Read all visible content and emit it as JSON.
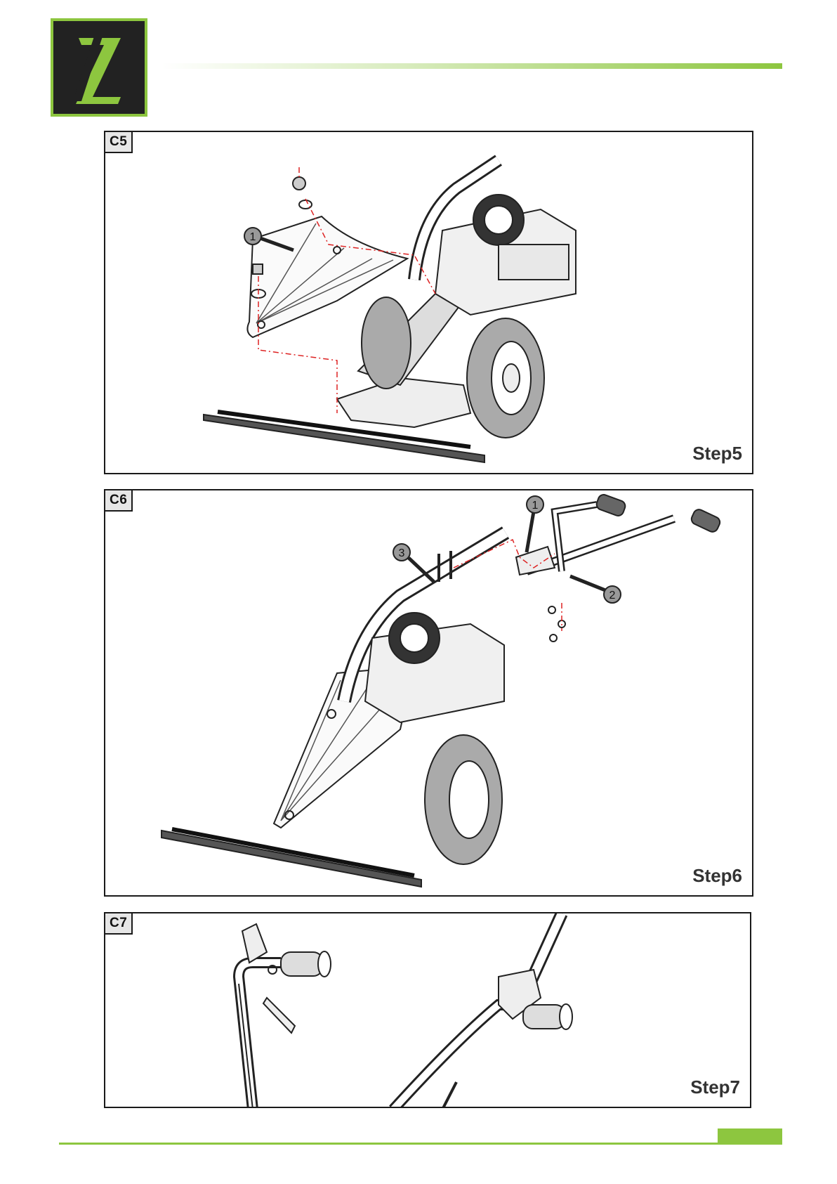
{
  "header": {
    "logo_icon": "z-brand-logo-icon",
    "accent_color": "#8dc63f"
  },
  "panels": [
    {
      "tag": "C5",
      "step": "Step5",
      "callouts": [
        "1"
      ]
    },
    {
      "tag": "C6",
      "step": "Step6",
      "callouts": [
        "1",
        "2",
        "3"
      ]
    },
    {
      "tag": "C7",
      "step": "Step7"
    }
  ]
}
